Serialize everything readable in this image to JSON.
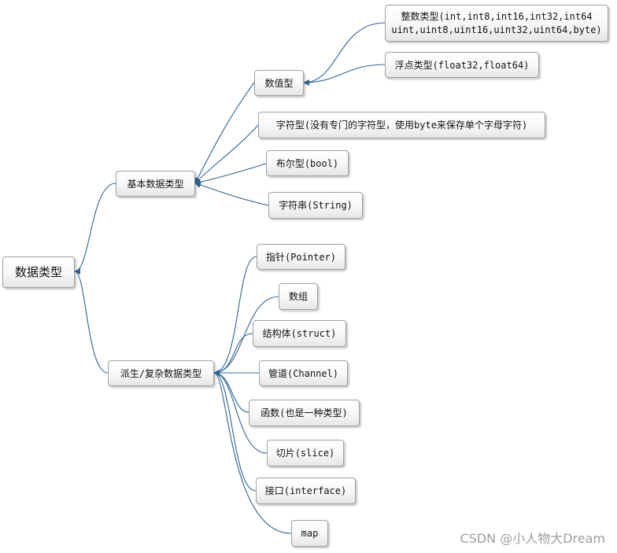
{
  "diagram": {
    "root": {
      "label": "数据类型"
    },
    "basic": {
      "label": "基本数据类型",
      "numeric": {
        "label": "数值型",
        "integer_line1": "整数类型(int,int8,int16,int32,int64",
        "integer_line2": "uint,uint8,uint16,uint32,uint64,byte)",
        "float": "浮点类型(float32,float64)"
      },
      "char": "字符型(没有专门的字符型，使用byte来保存单个字母字符)",
      "bool": "布尔型(bool)",
      "string": "字符串(String)"
    },
    "derived": {
      "label": "派生/复杂数据类型",
      "pointer": "指针(Pointer)",
      "array": "数组",
      "struct": "结构体(struct)",
      "channel": "管道(Channel)",
      "function": "函数(也是一种类型)",
      "slice": "切片(slice)",
      "interface": "接口(interface)",
      "map": "map"
    }
  },
  "watermark": "CSDN @小人物大Dream",
  "colors": {
    "connector": "#2f6493",
    "node_border": "#9aa2ab",
    "watermark": "#9e9e9e"
  }
}
